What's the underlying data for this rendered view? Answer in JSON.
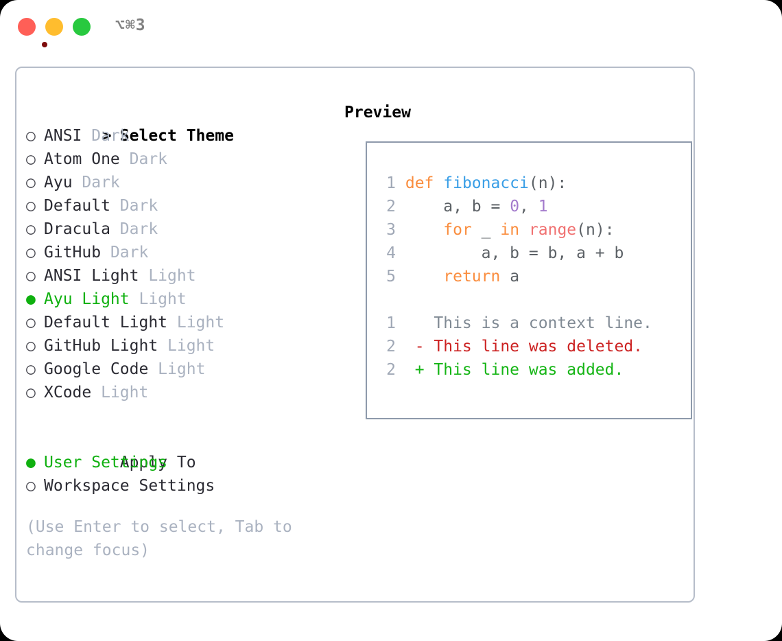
{
  "titlebar": {
    "shortcut": "⌥⌘3",
    "buttons": [
      {
        "name": "close",
        "color": "#ff5f57"
      },
      {
        "name": "minimize",
        "color": "#ffbd2e"
      },
      {
        "name": "maximize",
        "color": "#28c93f"
      }
    ]
  },
  "theme_picker": {
    "heading": "Select Theme",
    "heading_marker": ">",
    "marker_selected": "●",
    "marker_unselected": "○",
    "items": [
      {
        "name": "ANSI",
        "variant": "Dark",
        "selected": false
      },
      {
        "name": "Atom One",
        "variant": "Dark",
        "selected": false
      },
      {
        "name": "Ayu",
        "variant": "Dark",
        "selected": false
      },
      {
        "name": "Default",
        "variant": "Dark",
        "selected": false
      },
      {
        "name": "Dracula",
        "variant": "Dark",
        "selected": false
      },
      {
        "name": "GitHub",
        "variant": "Dark",
        "selected": false
      },
      {
        "name": "ANSI Light",
        "variant": "Light",
        "selected": false
      },
      {
        "name": "Ayu Light",
        "variant": "Light",
        "selected": true
      },
      {
        "name": "Default Light",
        "variant": "Light",
        "selected": false
      },
      {
        "name": "GitHub Light",
        "variant": "Light",
        "selected": false
      },
      {
        "name": "Google Code",
        "variant": "Light",
        "selected": false
      },
      {
        "name": "XCode",
        "variant": "Light",
        "selected": false
      }
    ]
  },
  "apply_to": {
    "heading": "Apply To",
    "options": [
      {
        "label": "User Settings",
        "selected": true
      },
      {
        "label": "Workspace Settings",
        "selected": false
      }
    ]
  },
  "hint": "(Use Enter to select, Tab to change focus)",
  "preview": {
    "title": "Preview",
    "code_lines": [
      {
        "no": "1",
        "tokens": [
          {
            "t": "def ",
            "c": "t-kw"
          },
          {
            "t": "fibonacci",
            "c": "t-fn"
          },
          {
            "t": "(n):",
            "c": "t-punc"
          }
        ]
      },
      {
        "no": "2",
        "tokens": [
          {
            "t": "    a, b = ",
            "c": "t-txt"
          },
          {
            "t": "0",
            "c": "t-num"
          },
          {
            "t": ", ",
            "c": "t-txt"
          },
          {
            "t": "1",
            "c": "t-num"
          }
        ]
      },
      {
        "no": "3",
        "tokens": [
          {
            "t": "    ",
            "c": "t-txt"
          },
          {
            "t": "for",
            "c": "t-kw"
          },
          {
            "t": " _ ",
            "c": "t-txt"
          },
          {
            "t": "in",
            "c": "t-kw"
          },
          {
            "t": " ",
            "c": "t-txt"
          },
          {
            "t": "range",
            "c": "t-bi"
          },
          {
            "t": "(n):",
            "c": "t-punc"
          }
        ]
      },
      {
        "no": "4",
        "tokens": [
          {
            "t": "        a, b = b, a + b",
            "c": "t-txt"
          }
        ]
      },
      {
        "no": "5",
        "tokens": [
          {
            "t": "    ",
            "c": "t-txt"
          },
          {
            "t": "return",
            "c": "t-kw"
          },
          {
            "t": " a",
            "c": "t-txt"
          }
        ]
      }
    ],
    "diff_lines": [
      {
        "no": "1",
        "sign": " ",
        "text": "This is a context line.",
        "cls": "d-ctx"
      },
      {
        "no": "2",
        "sign": "-",
        "text": "This line was deleted.",
        "cls": "d-del"
      },
      {
        "no": "2",
        "sign": "+",
        "text": "This line was added.",
        "cls": "d-add"
      }
    ]
  },
  "colors": {
    "accent_green": "#0fb00f",
    "dim_text": "#aab2c0",
    "panel_border": "#b6bdc9",
    "preview_border": "#8e9aab",
    "syntax_keyword": "#fa8d3e",
    "syntax_function": "#399ee6",
    "syntax_builtin": "#f07171",
    "syntax_number": "#a37acc",
    "syntax_text": "#5c6166",
    "diff_added": "#16b516",
    "diff_deleted": "#cc2222"
  }
}
